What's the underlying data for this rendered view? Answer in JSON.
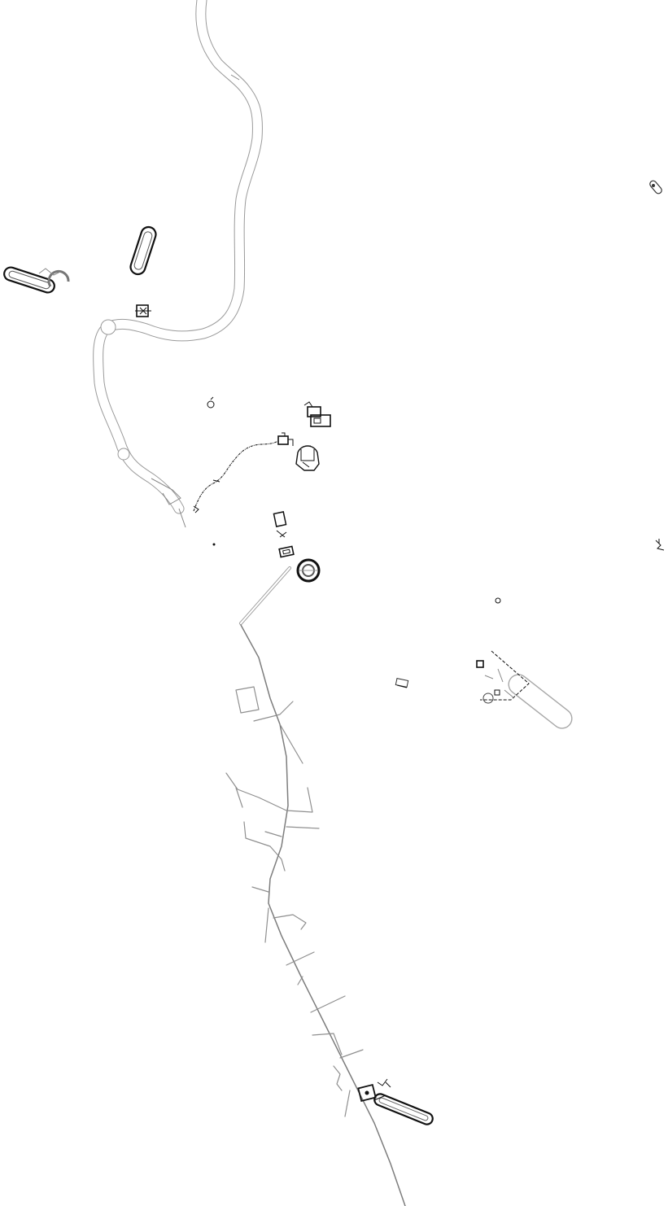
{
  "map": {
    "background": "#ffffff",
    "colors": {
      "river": "#9a9a9a",
      "road": "#8f8f8f",
      "structure": "#111111",
      "ghost_structure": "#a0a0a0"
    },
    "features": [
      "river-channel",
      "road-network",
      "dashed-trail",
      "capsule-structure",
      "ring-structure",
      "building-footprint"
    ]
  }
}
